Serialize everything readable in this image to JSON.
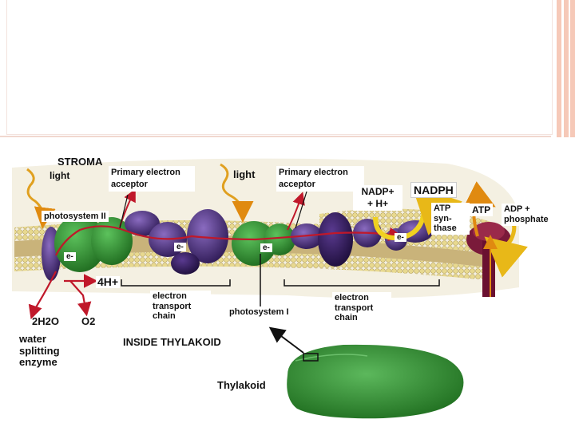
{
  "labels": {
    "stroma": "STROMA",
    "light_1": "light",
    "light_2": "light",
    "primary_acceptor_1": "Primary electron acceptor",
    "primary_acceptor_2": "Primary electron acceptor",
    "photosystem_2": "photosystem II",
    "photosystem_1": "photosystem I",
    "e_1": "e-",
    "e_2": "e-",
    "e_3": "e-",
    "e_4": "e-",
    "nadp_line1": "NADP+",
    "nadp_line2": "+ H+",
    "nadph": "NADPH",
    "atp_synthase": "ATP syn- thase",
    "atp": "ATP",
    "adp": "ADP + phosphate",
    "four_h": "4H+",
    "etc_1": "electron transport chain",
    "etc_2": "electron transport chain",
    "two_h2o": "2H2O",
    "o2": "O2",
    "water_enzyme": "water splitting enzyme",
    "inside_thylakoid": "INSIDE THYLAKOID",
    "thylakoid": "Thylakoid"
  },
  "colors": {
    "membrane": "#c9b37a",
    "lipid_head": "#e8d98f",
    "protein_green": "#2e8b2e",
    "protein_purple": "#4b2e7a",
    "electron_path": "#c0182a",
    "light_arrow": "#e0a020",
    "nadph_arrow": "#f0d020",
    "thylakoid_green": "#3a8f3a",
    "accent_strip": "#f6c9b8"
  }
}
